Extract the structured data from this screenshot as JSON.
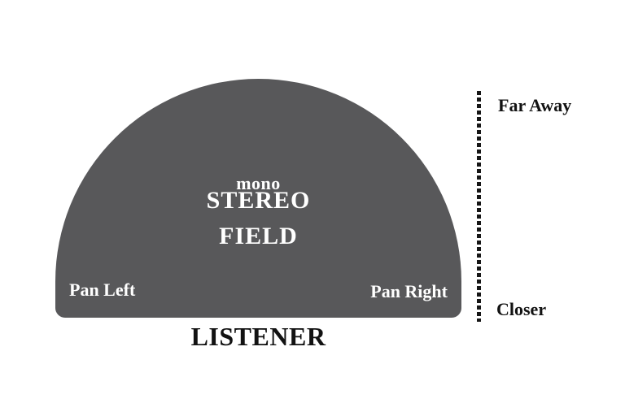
{
  "page": {
    "background_color": "#FFFFFF"
  },
  "stereo_field": {
    "mono_label": "mono",
    "title_line1": "STEREO",
    "title_line2": "FIELD",
    "pan_left_label": "Pan Left",
    "pan_right_label": "Pan Right",
    "dome_fill_color": "#58585A",
    "dome_text_color": "#FFFFFF"
  },
  "listener": {
    "label": "LISTENER",
    "text_color": "#121212"
  },
  "distance_axis": {
    "far_label": "Far Away",
    "near_label": "Closer",
    "line_style": "dotted",
    "line_color": "#161616",
    "label_color": "#121212"
  }
}
